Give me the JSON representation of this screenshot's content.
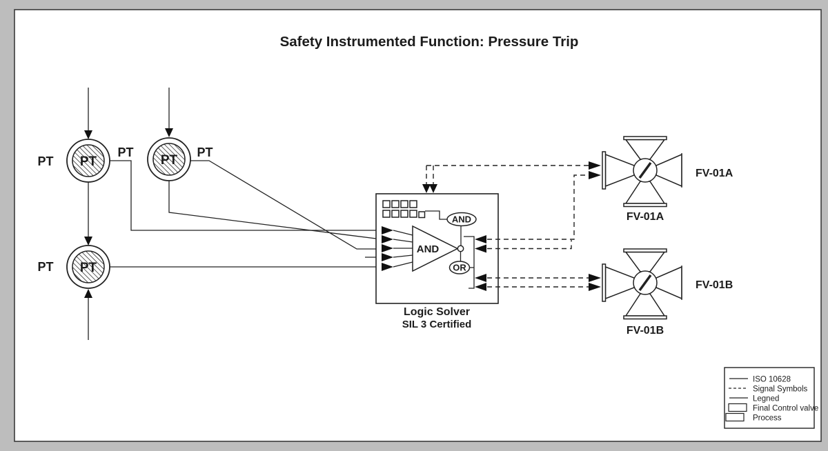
{
  "title": "Safety Instrumented Function: Pressure Trip",
  "transmitters": {
    "pt1": {
      "left_label": "PT",
      "right_label": "PT",
      "tag": "PT"
    },
    "pt2": {
      "right_label": "PT",
      "tag": "PT"
    },
    "pt3": {
      "left_label": "PT",
      "tag": "PT"
    }
  },
  "logic_solver": {
    "title": "Logic Solver",
    "subtitle": "SIL 3 Certified",
    "main_gate_label": "AND",
    "and_oval_label": "AND",
    "or_oval_label": "OR"
  },
  "valves": {
    "fv01a": {
      "side_label": "FV-01A",
      "bottom_label": "FV-01A"
    },
    "fv01b": {
      "side_label": "FV-01B",
      "bottom_label": "FV-01B"
    }
  },
  "legend": {
    "items": [
      {
        "symbol": "solid-line",
        "label": "ISO 10628"
      },
      {
        "symbol": "dashed-line",
        "label": "Signal Symbols"
      },
      {
        "symbol": "solid-line",
        "label": "Legned"
      },
      {
        "symbol": "rectangle",
        "label": "Final Control valve"
      },
      {
        "symbol": "rectangle",
        "label": "Process"
      }
    ]
  },
  "colors": {
    "ink": "#222222",
    "paper": "#ffffff",
    "margin": "#bdbdbd"
  }
}
